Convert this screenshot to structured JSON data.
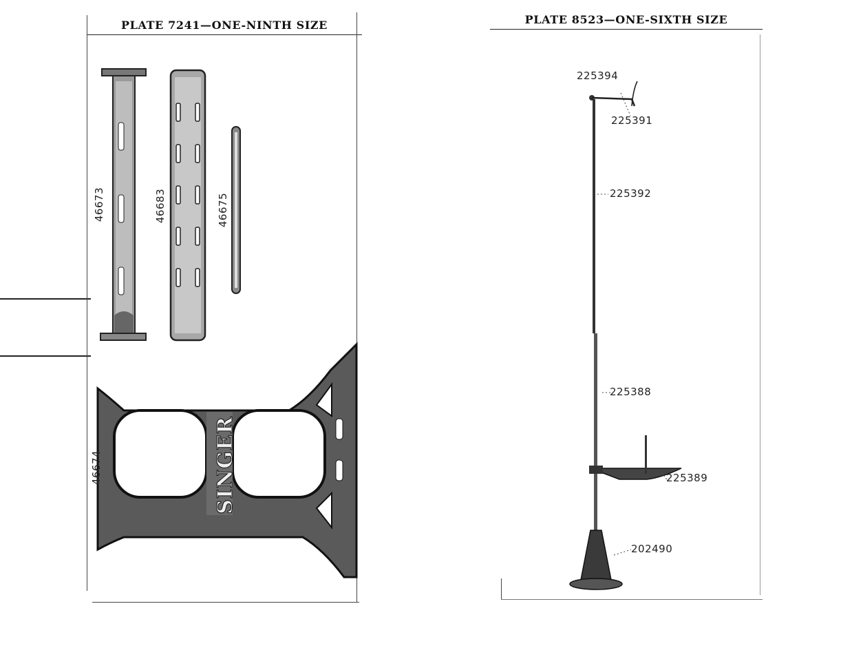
{
  "left_plate": {
    "title": "PLATE 7241—ONE-NINTH SIZE",
    "parts": {
      "leg_brace": "46673",
      "center_brace": "46683",
      "rod": "46675",
      "stand_leg": "46674"
    },
    "casting_text": "SINGER"
  },
  "right_plate": {
    "title": "PLATE 8523—ONE-SIXTH SIZE",
    "parts": {
      "top_hook": "225394",
      "hook_wire": "225391",
      "upper_rod": "225392",
      "lower_rod": "225388",
      "spool_tray": "225389",
      "base": "202490"
    }
  }
}
